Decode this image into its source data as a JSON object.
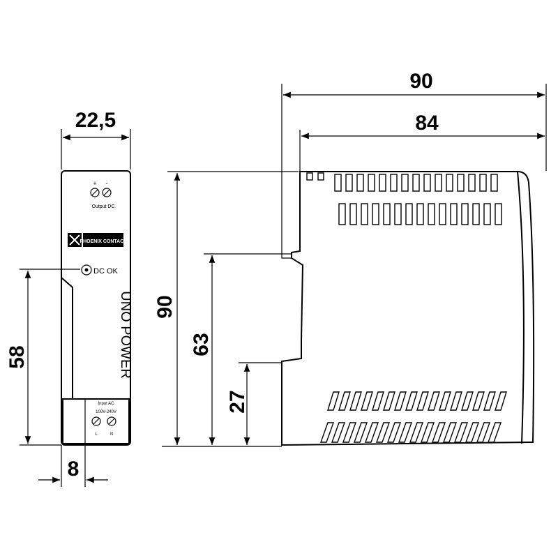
{
  "front_view": {
    "width_dim": "22,5",
    "height_dim": "58",
    "offset_dim": "8",
    "output_label": "Output DC",
    "output_polarity": [
      "+",
      "-"
    ],
    "dc_ok_label": "DC OK",
    "brand_text": "PHOENIX CONTACT",
    "product_name": "UNO POWER",
    "input_label": "Input AC",
    "input_range": "100V-240V",
    "input_terminals": [
      "L",
      "N"
    ]
  },
  "side_view": {
    "total_depth_dim": "90",
    "body_depth_dim": "84",
    "height_dim": "90",
    "rail_top_dim": "63",
    "rail_bottom_dim": "27"
  }
}
